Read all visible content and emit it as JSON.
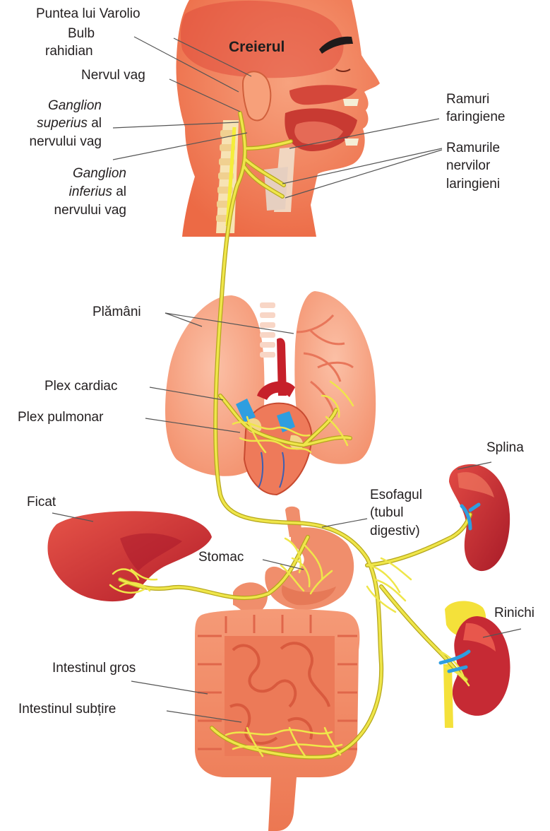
{
  "labels": {
    "brain": "Creierul",
    "pons": "Puntea lui Varolio",
    "medulla_1": "Bulb",
    "medulla_2": "rahidian",
    "vagus": "Nervul vag",
    "sup_ganglion_1": "Ganglion",
    "sup_ganglion_2a": "superius",
    "sup_ganglion_2b": " al",
    "sup_ganglion_3": "nervului vag",
    "inf_ganglion_1": "Ganglion",
    "inf_ganglion_2a": "inferius",
    "inf_ganglion_2b": " al",
    "inf_ganglion_3": "nervului vag",
    "pharyngeal_1": "Ramuri",
    "pharyngeal_2": "faringiene",
    "laryngeal_1": "Ramurile",
    "laryngeal_2": "nervilor",
    "laryngeal_3": "laringieni",
    "lungs": "Plămâni",
    "cardiac_plexus": "Plex cardiac",
    "pulmonary_plexus": "Plex pulmonar",
    "spleen": "Splina",
    "liver": "Ficat",
    "esophagus_1": "Esofagul",
    "esophagus_2": "(tubul",
    "esophagus_3": "digestiv)",
    "stomach": "Stomac",
    "kidney": "Rinichi",
    "large_intestine": "Intestinul gros",
    "small_intestine": "Intestinul subțire"
  },
  "colors": {
    "nerve": "#efe64a",
    "nerve_outline": "#b5a61c",
    "skin": "#f07a52",
    "organ_light": "#f6a282",
    "organ_dark": "#c9242e",
    "artery": "#c6202a",
    "vein": "#2e9ee0",
    "leader_line": "#555555"
  }
}
